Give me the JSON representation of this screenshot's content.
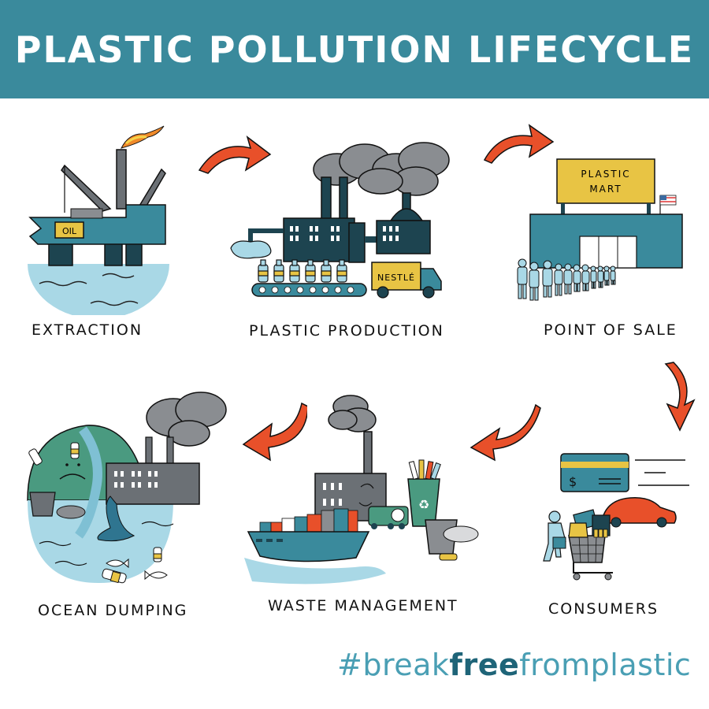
{
  "header": {
    "title": "PLASTIC POLLUTION LIFECYCLE",
    "background": "#3a8a9c"
  },
  "stages": [
    {
      "id": "extraction",
      "label": "EXTRACTION",
      "sign": "OIL"
    },
    {
      "id": "plastic-production",
      "label": "PLASTIC PRODUCTION",
      "truck_text": "NESTLÉ"
    },
    {
      "id": "point-of-sale",
      "label": "POINT OF SALE",
      "sign_line1": "PLASTIC",
      "sign_line2": "MART"
    },
    {
      "id": "consumers",
      "label": "CONSUMERS",
      "card_symbol": "$"
    },
    {
      "id": "waste-management",
      "label": "WASTE MANAGEMENT"
    },
    {
      "id": "ocean-dumping",
      "label": "OCEAN DUMPING"
    }
  ],
  "arrows": [
    {
      "from": "extraction",
      "to": "plastic-production",
      "direction": "right"
    },
    {
      "from": "plastic-production",
      "to": "point-of-sale",
      "direction": "right"
    },
    {
      "from": "point-of-sale",
      "to": "consumers",
      "direction": "down"
    },
    {
      "from": "consumers",
      "to": "waste-management",
      "direction": "left"
    },
    {
      "from": "waste-management",
      "to": "ocean-dumping",
      "direction": "left"
    }
  ],
  "colors": {
    "arrow": "#e8502a",
    "teal": "#3a8a9c",
    "dark_teal": "#1d4450",
    "water": "#a9d8e6",
    "yellow": "#e8c444",
    "smoke": "#8a8d91",
    "green": "#4a9a80"
  },
  "footer": {
    "hashtag_prefix": "#break",
    "hashtag_bold": "free",
    "hashtag_suffix": "fromplastic"
  }
}
